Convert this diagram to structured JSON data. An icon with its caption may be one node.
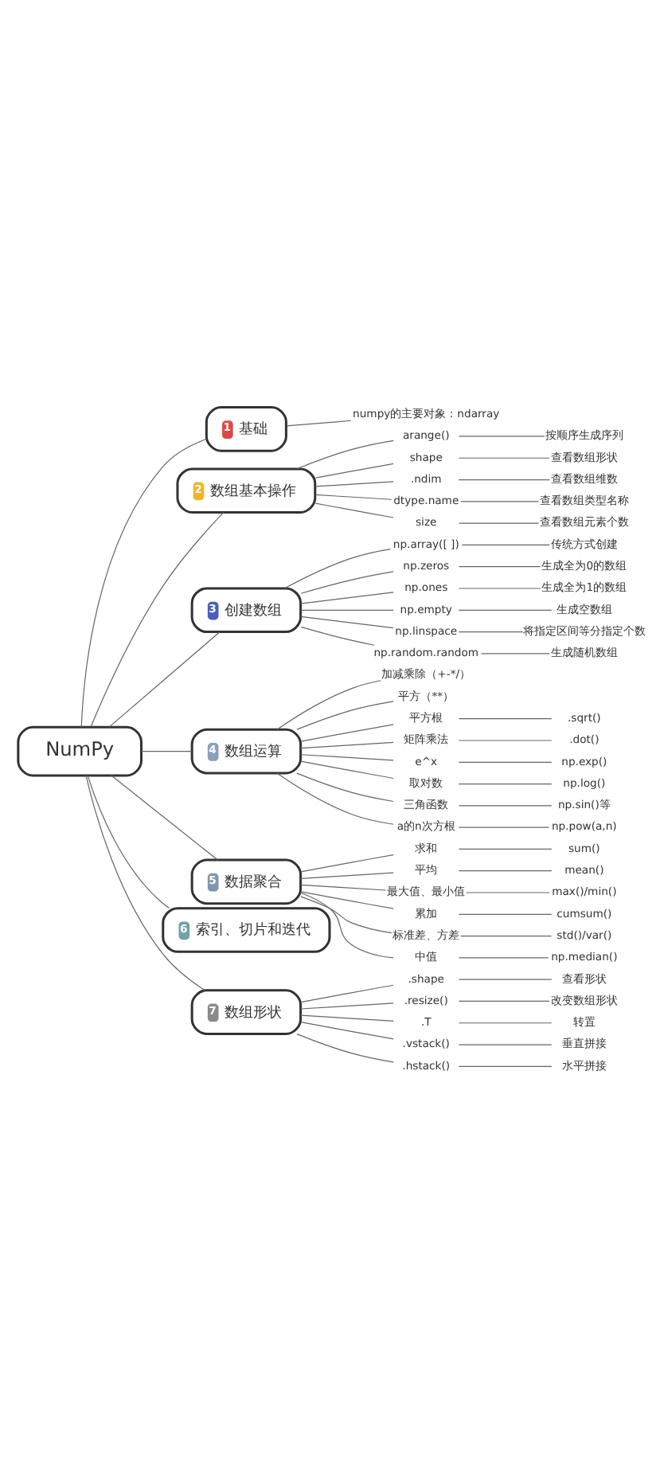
{
  "diagram": {
    "nodes": [
      {
        "text": [
          "NumPy"
        ]
      },
      {
        "text": [
          "1",
          "基础"
        ]
      },
      {
        "text": [
          "numpy的主要对象：ndarray"
        ]
      },
      {
        "text": [
          "2",
          "数组基本操作"
        ]
      },
      {
        "text": [
          "arange()"
        ]
      },
      {
        "text": [
          "按顺序生成序列"
        ]
      },
      {
        "text": [
          "shape"
        ]
      },
      {
        "text": [
          "查看数组形状"
        ]
      },
      {
        "text": [
          ".ndim"
        ]
      },
      {
        "text": [
          "查看数组维数"
        ]
      },
      {
        "text": [
          "dtype.name"
        ]
      },
      {
        "text": [
          "查看数组类型名称"
        ]
      },
      {
        "text": [
          "size"
        ]
      },
      {
        "text": [
          "查看数组元素个数"
        ]
      },
      {
        "text": [
          "3",
          "创建数组"
        ]
      },
      {
        "text": [
          "np.array([ ])"
        ]
      },
      {
        "text": [
          "传统方式创建"
        ]
      },
      {
        "text": [
          "np.zeros"
        ]
      },
      {
        "text": [
          "生成全为0的数组"
        ]
      },
      {
        "text": [
          "np.ones"
        ]
      },
      {
        "text": [
          "生成全为1的数组"
        ]
      },
      {
        "text": [
          "np.empty"
        ]
      },
      {
        "text": [
          "生成空数组"
        ]
      },
      {
        "text": [
          "np.linspace"
        ]
      },
      {
        "text": [
          "将指定区间等分指定个数"
        ]
      },
      {
        "text": [
          "np.random.random"
        ]
      },
      {
        "text": [
          "生成随机数组"
        ]
      },
      {
        "text": [
          "4",
          "数组运算"
        ]
      },
      {
        "text": [
          "加减乘除（+-*/）"
        ]
      },
      {
        "text": [
          "平方（**）"
        ]
      },
      {
        "text": [
          "平方根"
        ]
      },
      {
        "text": [
          ".sqrt()"
        ]
      },
      {
        "text": [
          "矩阵乘法"
        ]
      },
      {
        "text": [
          ".dot()"
        ]
      },
      {
        "text": [
          "e^x"
        ]
      },
      {
        "text": [
          "np.exp()"
        ]
      },
      {
        "text": [
          "取对数"
        ]
      },
      {
        "text": [
          "np.log()"
        ]
      },
      {
        "text": [
          "三角函数"
        ]
      },
      {
        "text": [
          "np.sin()等"
        ]
      },
      {
        "text": [
          "a的n次方根"
        ]
      },
      {
        "text": [
          "np.pow(a,n)"
        ]
      },
      {
        "text": [
          "5",
          "数据聚合"
        ]
      },
      {
        "text": [
          "求和"
        ]
      },
      {
        "text": [
          "sum()"
        ]
      },
      {
        "text": [
          "平均"
        ]
      },
      {
        "text": [
          "mean()"
        ]
      },
      {
        "text": [
          "最大值、最小值"
        ]
      },
      {
        "text": [
          "max()/min()"
        ]
      },
      {
        "text": [
          "累加"
        ]
      },
      {
        "text": [
          "cumsum()"
        ]
      },
      {
        "text": [
          "标准差、方差"
        ]
      },
      {
        "text": [
          "std()/var()"
        ]
      },
      {
        "text": [
          "中值"
        ]
      },
      {
        "text": [
          "np.median()"
        ]
      },
      {
        "text": [
          "6",
          "索引、切片和迭代"
        ]
      },
      {
        "text": [
          "7",
          "数组形状"
        ]
      },
      {
        "text": [
          ".shape"
        ]
      },
      {
        "text": [
          "查看形状"
        ]
      },
      {
        "text": [
          ".resize()"
        ]
      },
      {
        "text": [
          "改变数组形状"
        ]
      },
      {
        "text": [
          ".T"
        ]
      },
      {
        "text": [
          "转置"
        ]
      },
      {
        "text": [
          ".vstack()"
        ]
      },
      {
        "text": [
          "垂直拼接"
        ]
      },
      {
        "text": [
          ".hstack()"
        ]
      },
      {
        "text": [
          "水平拼接"
        ]
      }
    ],
    "edges": [
      {
        "from": 0,
        "to": 1,
        "arrow": "none"
      },
      {
        "from": 1,
        "to": 2,
        "arrow": "none"
      },
      {
        "from": 0,
        "to": 3,
        "arrow": "none"
      },
      {
        "from": 3,
        "to": 4,
        "arrow": "none"
      },
      {
        "from": 4,
        "to": 5,
        "arrow": "none"
      },
      {
        "from": 3,
        "to": 6,
        "arrow": "none"
      },
      {
        "from": 6,
        "to": 7,
        "arrow": "none"
      },
      {
        "from": 3,
        "to": 8,
        "arrow": "none"
      },
      {
        "from": 8,
        "to": 9,
        "arrow": "none"
      },
      {
        "from": 3,
        "to": 10,
        "arrow": "none"
      },
      {
        "from": 10,
        "to": 11,
        "arrow": "none"
      },
      {
        "from": 3,
        "to": 12,
        "arrow": "none"
      },
      {
        "from": 12,
        "to": 13,
        "arrow": "none"
      },
      {
        "from": 0,
        "to": 14,
        "arrow": "none"
      },
      {
        "from": 14,
        "to": 15,
        "arrow": "none"
      },
      {
        "from": 15,
        "to": 16,
        "arrow": "none"
      },
      {
        "from": 14,
        "to": 17,
        "arrow": "none"
      },
      {
        "from": 17,
        "to": 18,
        "arrow": "none"
      },
      {
        "from": 14,
        "to": 19,
        "arrow": "none"
      },
      {
        "from": 19,
        "to": 20,
        "arrow": "none"
      },
      {
        "from": 14,
        "to": 21,
        "arrow": "none"
      },
      {
        "from": 21,
        "to": 22,
        "arrow": "none"
      },
      {
        "from": 14,
        "to": 23,
        "arrow": "none"
      },
      {
        "from": 23,
        "to": 24,
        "arrow": "none"
      },
      {
        "from": 14,
        "to": 25,
        "arrow": "none"
      },
      {
        "from": 25,
        "to": 26,
        "arrow": "none"
      },
      {
        "from": 0,
        "to": 27,
        "arrow": "none"
      },
      {
        "from": 27,
        "to": 28,
        "arrow": "none"
      },
      {
        "from": 27,
        "to": 29,
        "arrow": "none"
      },
      {
        "from": 27,
        "to": 30,
        "arrow": "none"
      },
      {
        "from": 30,
        "to": 31,
        "arrow": "none"
      },
      {
        "from": 27,
        "to": 32,
        "arrow": "none"
      },
      {
        "from": 32,
        "to": 33,
        "arrow": "none"
      },
      {
        "from": 27,
        "to": 34,
        "arrow": "none"
      },
      {
        "from": 34,
        "to": 35,
        "arrow": "none"
      },
      {
        "from": 27,
        "to": 36,
        "arrow": "none"
      },
      {
        "from": 36,
        "to": 37,
        "arrow": "none"
      },
      {
        "from": 27,
        "to": 38,
        "arrow": "none"
      },
      {
        "from": 38,
        "to": 39,
        "arrow": "none"
      },
      {
        "from": 27,
        "to": 40,
        "arrow": "none"
      },
      {
        "from": 40,
        "to": 41,
        "arrow": "none"
      },
      {
        "from": 0,
        "to": 42,
        "arrow": "none"
      },
      {
        "from": 42,
        "to": 43,
        "arrow": "none"
      },
      {
        "from": 43,
        "to": 44,
        "arrow": "none"
      },
      {
        "from": 42,
        "to": 45,
        "arrow": "none"
      },
      {
        "from": 45,
        "to": 46,
        "arrow": "none"
      },
      {
        "from": 42,
        "to": 47,
        "arrow": "none"
      },
      {
        "from": 47,
        "to": 48,
        "arrow": "none"
      },
      {
        "from": 42,
        "to": 49,
        "arrow": "none"
      },
      {
        "from": 49,
        "to": 50,
        "arrow": "none"
      },
      {
        "from": 42,
        "to": 51,
        "arrow": "none"
      },
      {
        "from": 51,
        "to": 52,
        "arrow": "none"
      },
      {
        "from": 42,
        "to": 53,
        "arrow": "none"
      },
      {
        "from": 53,
        "to": 54,
        "arrow": "none"
      },
      {
        "from": 0,
        "to": 55,
        "arrow": "none"
      },
      {
        "from": 0,
        "to": 56,
        "arrow": "none"
      },
      {
        "from": 56,
        "to": 57,
        "arrow": "none"
      },
      {
        "from": 57,
        "to": 58,
        "arrow": "none"
      },
      {
        "from": 56,
        "to": 59,
        "arrow": "none"
      },
      {
        "from": 59,
        "to": 60,
        "arrow": "none"
      },
      {
        "from": 56,
        "to": 61,
        "arrow": "none"
      },
      {
        "from": 61,
        "to": 62,
        "arrow": "none"
      },
      {
        "from": 56,
        "to": 63,
        "arrow": "none"
      },
      {
        "from": 63,
        "to": 64,
        "arrow": "none"
      },
      {
        "from": 56,
        "to": 65,
        "arrow": "none"
      },
      {
        "from": 65,
        "to": 66,
        "arrow": "none"
      }
    ]
  }
}
